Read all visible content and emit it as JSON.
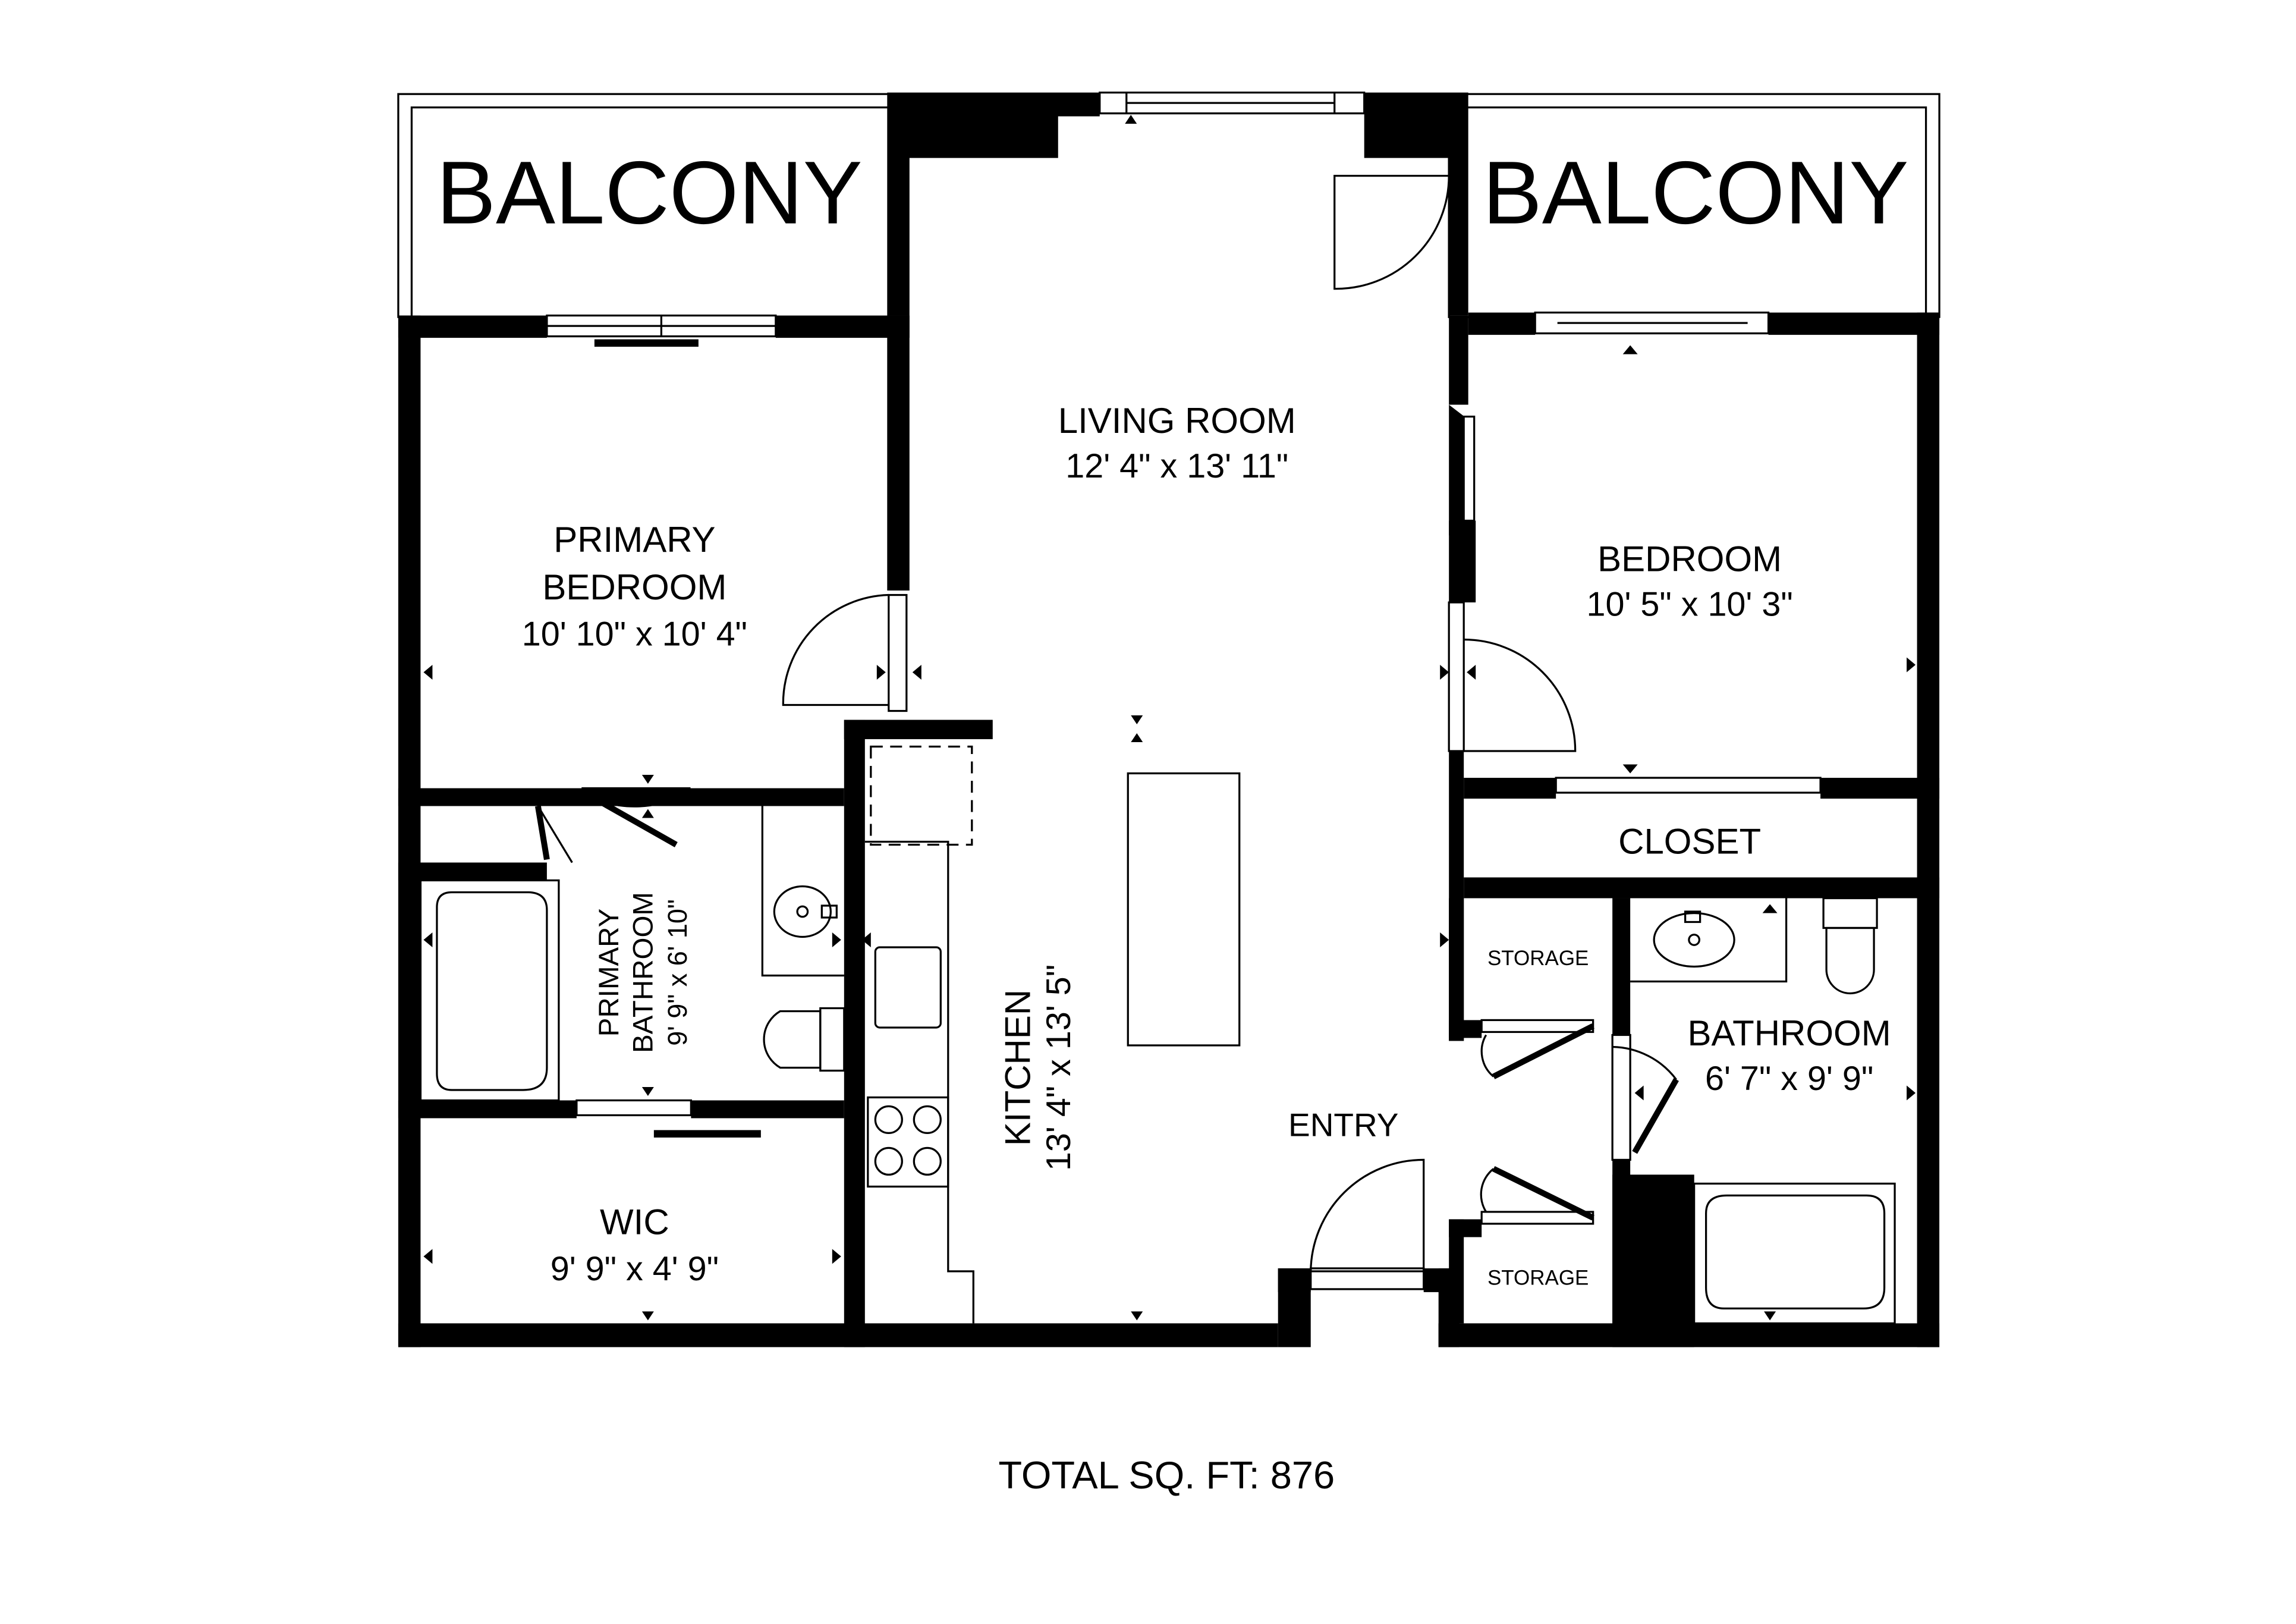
{
  "rooms": {
    "balcony_left": {
      "name": "BALCONY"
    },
    "balcony_right": {
      "name": "BALCONY"
    },
    "living_room": {
      "name": "LIVING ROOM",
      "dims": "12' 4\" x 13' 11\""
    },
    "primary_bedroom": {
      "name_line1": "PRIMARY",
      "name_line2": "BEDROOM",
      "dims": "10' 10\" x 10' 4\""
    },
    "bedroom": {
      "name": "BEDROOM",
      "dims": "10' 5\" x 10' 3\""
    },
    "closet": {
      "name": "CLOSET"
    },
    "storage_upper": {
      "name": "STORAGE"
    },
    "storage_lower": {
      "name": "STORAGE"
    },
    "primary_bathroom": {
      "name_line1": "PRIMARY",
      "name_line2": "BATHROOM",
      "dims": "9' 9\" x 6' 10\""
    },
    "kitchen": {
      "name": "KITCHEN",
      "dims": "13' 4\" x 13' 5\""
    },
    "bathroom": {
      "name": "BATHROOM",
      "dims": "6' 7\" x 9' 9\""
    },
    "wic": {
      "name": "WIC",
      "dims": "9' 9\" x 4' 9\""
    },
    "entry": {
      "name": "ENTRY"
    }
  },
  "footer": {
    "total": "TOTAL SQ. FT: 876"
  }
}
